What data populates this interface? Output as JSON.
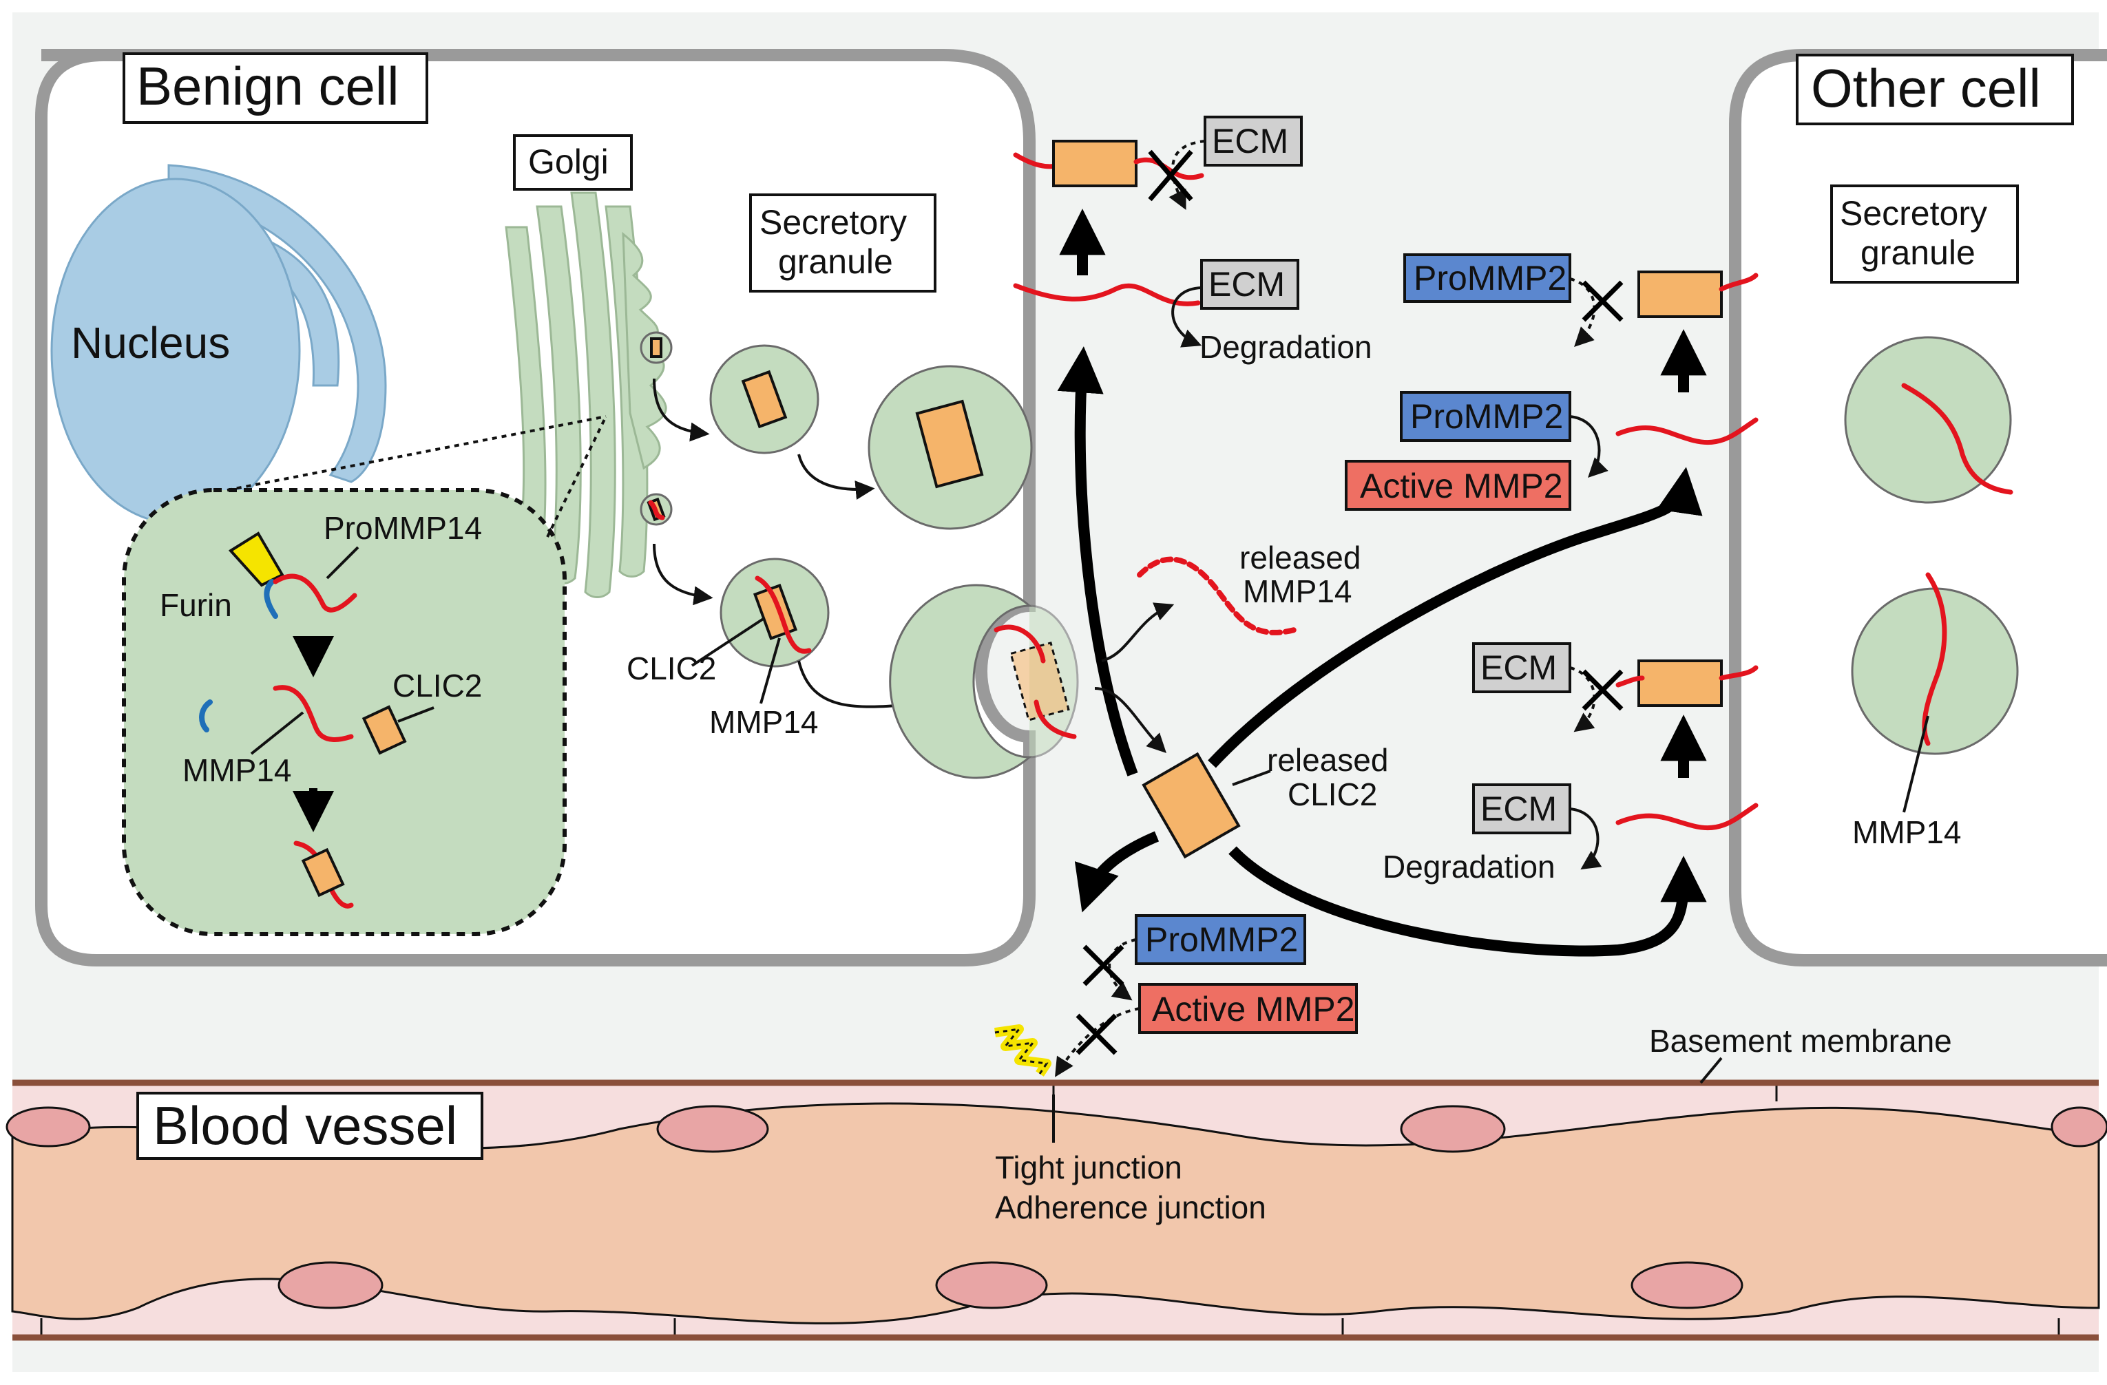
{
  "labels": {
    "benign_cell": "Benign cell",
    "other_cell": "Other cell",
    "blood_vessel": "Blood vessel",
    "nucleus": "Nucleus",
    "golgi": "Golgi",
    "secretory_granule_1": "Secretory",
    "secretory_granule_2": "granule",
    "promm14": "ProMMP14",
    "furin": "Furin",
    "mmp14": "MMP14",
    "clic2": "CLIC2",
    "ecm": "ECM",
    "degradation": "Degradation",
    "released_1": "released",
    "released_mmp14": "MMP14",
    "released_clic2": "CLIC2",
    "prommp2": "ProMMP2",
    "active_mmp2": "Active MMP2",
    "basement_membrane": "Basement membrane",
    "tight_junction": "Tight junction",
    "adherence_junction": "Adherence junction"
  },
  "colors": {
    "cell_membrane": "#9a9a9a",
    "nucleus": "#a9cce4",
    "golgi": "#c4dcbf",
    "clic2": "#f5b46a",
    "mmp14": "#e3141e",
    "prommp2_box": "#5b87cf",
    "active_mmp2_box": "#ee6f63",
    "ecm_box": "#d0d0d0",
    "vessel": "#f2c7ac",
    "endothelial_nucleus": "#e8a5a5",
    "basement_membrane": "#8a4f3a",
    "furin": "#f5e400",
    "prodomain": "#1f6fb8"
  }
}
